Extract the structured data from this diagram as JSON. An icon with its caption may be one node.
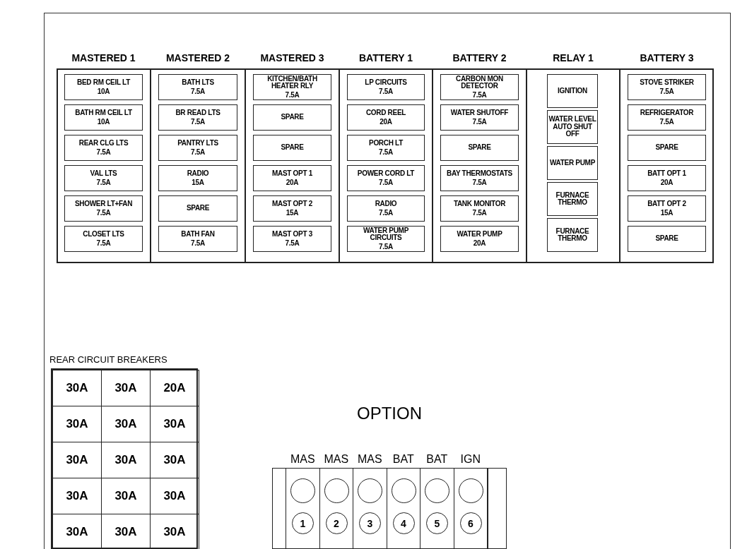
{
  "diagram": {
    "nodes": [
      {
        "text": [
          "MASTERED 1"
        ]
      },
      {
        "text": [
          "BED RM CEIL LT",
          "10A"
        ],
        "in": 0
      },
      {
        "text": [
          "BATH RM CEIL LT",
          "10A"
        ],
        "in": 0
      },
      {
        "text": [
          "REAR CLG LTS",
          "7.5A"
        ],
        "in": 0
      },
      {
        "text": [
          "VAL LTS",
          "7.5A"
        ],
        "in": 0
      },
      {
        "text": [
          "SHOWER LT+FAN",
          "7.5A"
        ],
        "in": 0
      },
      {
        "text": [
          "CLOSET LTS",
          "7.5A"
        ],
        "in": 0
      },
      {
        "text": [
          "MASTERED 2"
        ]
      },
      {
        "text": [
          "BATH LTS",
          "7.5A"
        ],
        "in": 7
      },
      {
        "text": [
          "BR READ LTS",
          "7.5A"
        ],
        "in": 7
      },
      {
        "text": [
          "PANTRY LTS",
          "7.5A"
        ],
        "in": 7
      },
      {
        "text": [
          "RADIO",
          "15A"
        ],
        "in": 7
      },
      {
        "text": [
          "SPARE"
        ],
        "in": 7
      },
      {
        "text": [
          "BATH FAN",
          "7.5A"
        ],
        "in": 7
      },
      {
        "text": [
          "MASTERED 3"
        ]
      },
      {
        "text": [
          "KITCHEN/BATH HEATER RLY",
          "7.5A"
        ],
        "in": 14
      },
      {
        "text": [
          "SPARE"
        ],
        "in": 14
      },
      {
        "text": [
          "SPARE"
        ],
        "in": 14
      },
      {
        "text": [
          "MAST OPT 1",
          "20A"
        ],
        "in": 14
      },
      {
        "text": [
          "MAST OPT 2",
          "15A"
        ],
        "in": 14
      },
      {
        "text": [
          "MAST OPT 3",
          "7.5A"
        ],
        "in": 14
      },
      {
        "text": [
          "BATTERY 1"
        ]
      },
      {
        "text": [
          "LP CIRCUITS",
          "7.5A"
        ],
        "in": 21
      },
      {
        "text": [
          "CORD REEL",
          "20A"
        ],
        "in": 21
      },
      {
        "text": [
          "PORCH LT",
          "7.5A"
        ],
        "in": 21
      },
      {
        "text": [
          "POWER CORD LT",
          "7.5A"
        ],
        "in": 21
      },
      {
        "text": [
          "RADIO",
          "7.5A"
        ],
        "in": 21
      },
      {
        "text": [
          "WATER PUMP CIRCUITS",
          "7.5A"
        ],
        "in": 21
      },
      {
        "text": [
          "BATTERY 2"
        ]
      },
      {
        "text": [
          "CARBON MON DETECTOR",
          "7.5A"
        ],
        "in": 28
      },
      {
        "text": [
          "WATER SHUTOFF",
          "7.5A"
        ],
        "in": 28
      },
      {
        "text": [
          "SPARE"
        ],
        "in": 28
      },
      {
        "text": [
          "BAY THERMOSTATS",
          "7.5A"
        ],
        "in": 28
      },
      {
        "text": [
          "TANK MONITOR",
          "7.5A"
        ],
        "in": 28
      },
      {
        "text": [
          "WATER PUMP",
          "20A"
        ],
        "in": 28
      },
      {
        "text": [
          "RELAY 1"
        ]
      },
      {
        "text": [
          "IGNITION"
        ],
        "in": 35
      },
      {
        "text": [
          "WATER LEVEL AUTO SHUT OFF"
        ],
        "in": 35
      },
      {
        "text": [
          "WATER PUMP"
        ],
        "in": 35
      },
      {
        "text": [
          "FURNACE THERMO"
        ],
        "in": 35
      },
      {
        "text": [
          "FURNACE THERMO"
        ],
        "in": 35
      },
      {
        "text": [
          "BATTERY 3"
        ]
      },
      {
        "text": [
          "STOVE STRIKER",
          "7.5A"
        ],
        "in": 41
      },
      {
        "text": [
          "REFRIGERATOR",
          "7.5A"
        ],
        "in": 41
      },
      {
        "text": [
          "SPARE"
        ],
        "in": 41
      },
      {
        "text": [
          "BATT OPT 1",
          "20A"
        ],
        "in": 41
      },
      {
        "text": [
          "BATT OPT 2",
          "15A"
        ],
        "in": 41
      },
      {
        "text": [
          "SPARE"
        ],
        "in": 41
      },
      {
        "text": [
          "REAR CIRCUIT BREAKERS"
        ]
      },
      {
        "text": [
          "30A"
        ],
        "in": 48
      },
      {
        "text": [
          "30A"
        ],
        "in": 48
      },
      {
        "text": [
          "20A"
        ],
        "in": 48
      },
      {
        "text": [
          "30A"
        ],
        "in": 48
      },
      {
        "text": [
          "30A"
        ],
        "in": 48
      },
      {
        "text": [
          "30A"
        ],
        "in": 48
      },
      {
        "text": [
          "30A"
        ],
        "in": 48
      },
      {
        "text": [
          "30A"
        ],
        "in": 48
      },
      {
        "text": [
          "30A"
        ],
        "in": 48
      },
      {
        "text": [
          "30A"
        ],
        "in": 48
      },
      {
        "text": [
          "30A"
        ],
        "in": 48
      },
      {
        "text": [
          "30A"
        ],
        "in": 48
      },
      {
        "text": [
          "30A"
        ],
        "in": 48
      },
      {
        "text": [
          "30A"
        ],
        "in": 48
      },
      {
        "text": [
          "30A"
        ],
        "in": 48
      },
      {
        "text": [
          "OPTION"
        ]
      },
      {
        "text": [
          "MAS"
        ],
        "in": 64
      },
      {
        "text": [],
        "shape": "circle",
        "in": 65
      },
      {
        "text": [
          "1"
        ],
        "in": 65
      },
      {
        "text": [
          "MAS"
        ],
        "in": 64
      },
      {
        "text": [],
        "shape": "circle",
        "in": 68
      },
      {
        "text": [
          "2"
        ],
        "in": 68
      },
      {
        "text": [
          "MAS"
        ],
        "in": 64
      },
      {
        "text": [],
        "shape": "circle",
        "in": 71
      },
      {
        "text": [
          "3"
        ],
        "in": 71
      },
      {
        "text": [
          "BAT"
        ],
        "in": 64
      },
      {
        "text": [],
        "shape": "circle",
        "in": 74
      },
      {
        "text": [
          "4"
        ],
        "in": 74
      },
      {
        "text": [
          "BAT"
        ],
        "in": 64
      },
      {
        "text": [],
        "shape": "circle",
        "in": 77
      },
      {
        "text": [
          "5"
        ],
        "in": 77
      },
      {
        "text": [
          "IGN"
        ],
        "in": 64
      },
      {
        "text": [],
        "shape": "circle",
        "in": 80
      },
      {
        "text": [
          "6"
        ],
        "in": 80
      }
    ]
  }
}
